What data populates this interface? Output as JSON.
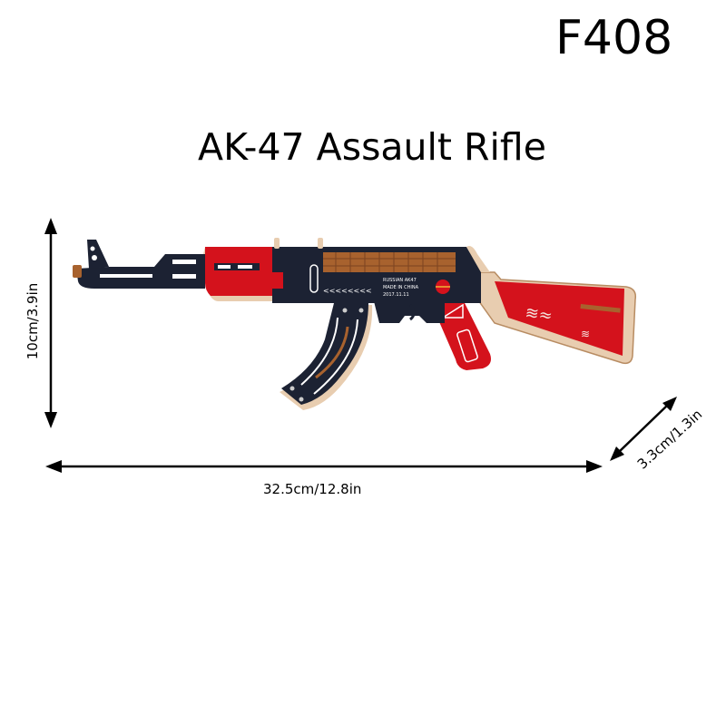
{
  "header": {
    "model_code": "F408",
    "product_title": "AK-47 Assault Rifle"
  },
  "product_image": {
    "subject": "wooden AK-47 rubber band gun model",
    "engraving_lines": [
      "RUSSIAN AK47",
      "MADE IN CHINA",
      "2017.11.11"
    ],
    "colors": {
      "body_dark": "#1c2233",
      "accent_red": "#d4121c",
      "wood_light": "#e8cdb0",
      "wood_brown": "#a8622e"
    }
  },
  "dimensions": {
    "height_label": "10cm/3.9in",
    "length_label": "32.5cm/12.8in",
    "depth_label": "3.3cm/1.3in"
  }
}
